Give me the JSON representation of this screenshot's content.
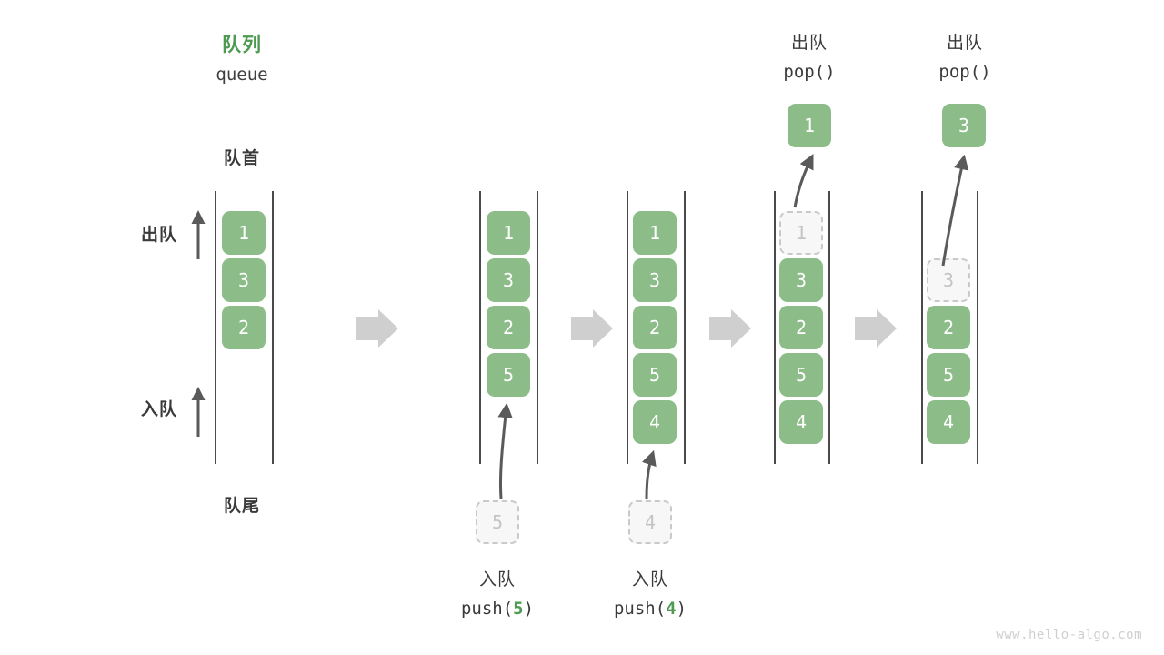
{
  "watermark": "www.hello-algo.com",
  "colors": {
    "cell_fill": "#8cbc88",
    "cell_text": "#ffffff",
    "ghost_fill": "#f7f7f7",
    "ghost_border": "#c9c9c9",
    "ghost_text": "#c4c4c4",
    "title_green": "#4e9a51",
    "label_dark": "#3a3a3a",
    "rail": "#4a4a4a",
    "transition_arrow": "#cfcfcf",
    "curve_arrow": "#5a5a5a"
  },
  "header": {
    "title_cn": "队列",
    "title_en": "queue"
  },
  "labels": {
    "front": "队首",
    "rear": "队尾",
    "dequeue": "出队",
    "enqueue": "入队"
  },
  "stages": [
    {
      "id": "initial",
      "cells": [
        "1",
        "3",
        "2"
      ],
      "ghost_index": -1
    },
    {
      "id": "after-push-5",
      "cells": [
        "1",
        "3",
        "2",
        "5"
      ],
      "ghost_index": -1,
      "incoming": {
        "value": "5",
        "label_cn": "入队",
        "code_prefix": "push(",
        "code_value": "5",
        "code_suffix": ")"
      }
    },
    {
      "id": "after-push-4",
      "cells": [
        "1",
        "3",
        "2",
        "5",
        "4"
      ],
      "ghost_index": -1,
      "incoming": {
        "value": "4",
        "label_cn": "入队",
        "code_prefix": "push(",
        "code_value": "4",
        "code_suffix": ")"
      }
    },
    {
      "id": "after-pop-1",
      "cells": [
        "1",
        "3",
        "2",
        "5",
        "4"
      ],
      "ghost_index": 0,
      "outgoing": {
        "value": "1",
        "label_cn": "出队",
        "code": "pop()"
      }
    },
    {
      "id": "after-pop-3",
      "cells": [
        "3",
        "2",
        "5",
        "4"
      ],
      "ghost_index": 0,
      "outgoing": {
        "value": "3",
        "label_cn": "出队",
        "code": "pop()"
      }
    }
  ],
  "transition_arrows": [
    {
      "name": "transition-arrow-1"
    },
    {
      "name": "transition-arrow-2"
    },
    {
      "name": "transition-arrow-3"
    },
    {
      "name": "transition-arrow-4"
    }
  ]
}
